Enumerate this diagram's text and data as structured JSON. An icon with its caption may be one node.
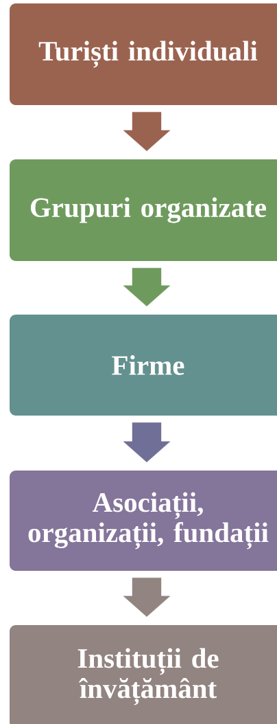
{
  "diagram": {
    "nodes": [
      {
        "text": [
          "Turiști individuali"
        ]
      },
      {
        "text": [
          "Grupuri organizate"
        ]
      },
      {
        "text": [
          "Firme"
        ]
      },
      {
        "text": [
          "Asociații, organizații, fundații"
        ]
      },
      {
        "text": [
          "Instituții de învățământ"
        ]
      }
    ],
    "edges": [
      {
        "from": 0,
        "to": 1,
        "arrow": "to",
        "color": "#9a6350"
      },
      {
        "from": 1,
        "to": 2,
        "arrow": "to",
        "color": "#6f9a5e"
      },
      {
        "from": 2,
        "to": 3,
        "arrow": "to",
        "color": "#6f6f97"
      },
      {
        "from": 3,
        "to": 4,
        "arrow": "to",
        "color": "#928480"
      }
    ]
  }
}
